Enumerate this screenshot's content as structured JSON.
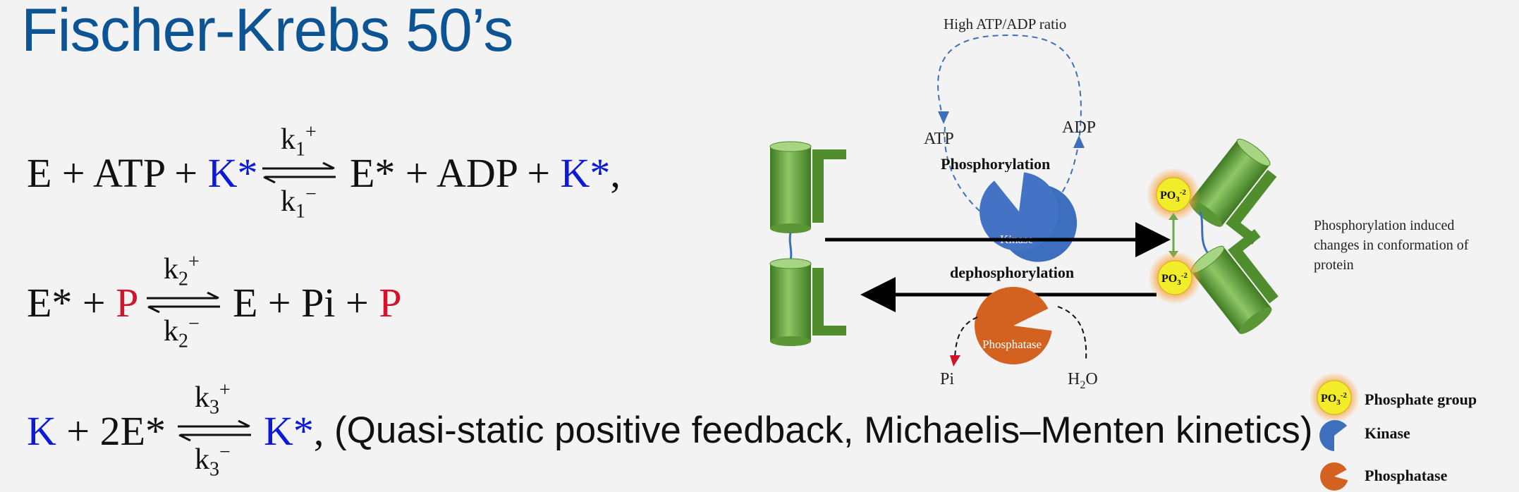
{
  "title": "Fischer-Krebs 50’s",
  "equations": {
    "eq1": {
      "lhs_a": "E + ATP + ",
      "lhs_k": "K*",
      "k_fwd": "k",
      "k_fwd_sub": "1",
      "k_fwd_sup": "+",
      "k_rev": "k",
      "k_rev_sub": "1",
      "k_rev_sup": "−",
      "rhs_a": "E* + ADP + ",
      "rhs_k": "K*",
      "rhs_end": ","
    },
    "eq2": {
      "lhs_a": "E* + ",
      "lhs_p": "P",
      "k_fwd": "k",
      "k_fwd_sub": "2",
      "k_fwd_sup": "+",
      "k_rev": "k",
      "k_rev_sub": "2",
      "k_rev_sup": "−",
      "rhs_a": "E + Pi + ",
      "rhs_p": "P"
    },
    "eq3": {
      "lhs_k": "K",
      "lhs_a": " + 2E*",
      "k_fwd": "k",
      "k_fwd_sub": "3",
      "k_fwd_sup": "+",
      "k_rev": "k",
      "k_rev_sub": "3",
      "k_rev_sup": "−",
      "rhs_k": "K*",
      "rhs_end": ","
    },
    "note": "(Quasi-static positive feedback, Michaelis–Menten kinetics)"
  },
  "diagram": {
    "high_ratio": "High ATP/ADP ratio",
    "atp": "ATP",
    "adp": "ADP",
    "phosphorylation": "Phosphorylation",
    "kinase": "Kinase",
    "dephosphorylation": "dephosphorylation",
    "phosphatase": "Phosphatase",
    "pi": "Pi",
    "h2o_main": "H",
    "h2o_sub": "2",
    "h2o_end": "O",
    "po3": "PO",
    "po3_sub": "3",
    "po3_sup": "-2",
    "conformation_1": "Phosphorylation induced",
    "conformation_2": "changes in conformation of",
    "conformation_3": "protein",
    "legend_phosphate": "Phosphate group",
    "legend_kinase": "Kinase",
    "legend_phosphatase": "Phosphatase",
    "colors": {
      "protein": "#5c9a35",
      "kinase": "#3e6fbf",
      "phosphatase": "#d3611f",
      "phosphate": "#f2ec2a",
      "title": "#0d5495",
      "blue_symbol": "#0b1ad9",
      "red_symbol": "#d0142c"
    }
  }
}
